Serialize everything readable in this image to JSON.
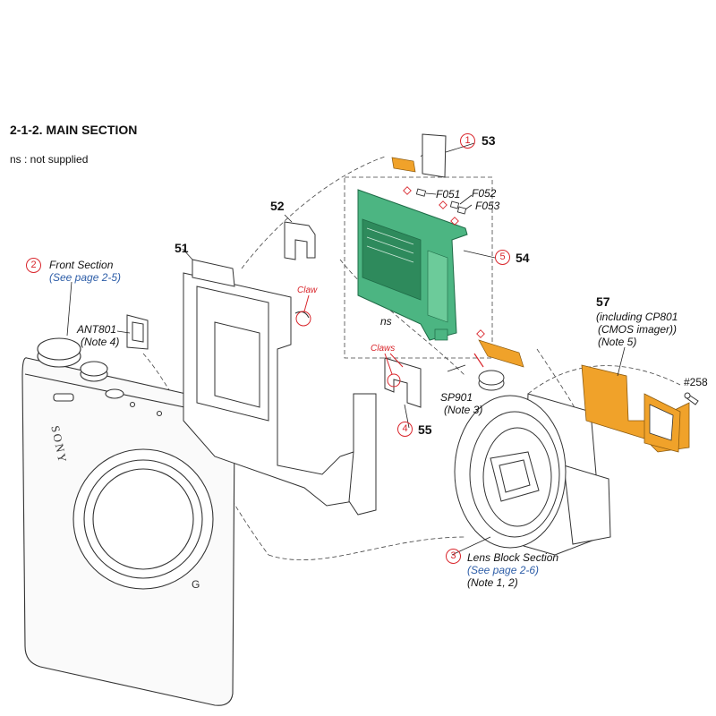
{
  "header": {
    "title": "2-1-2. MAIN SECTION",
    "note": "ns : not supplied"
  },
  "parts": {
    "p51": "51",
    "p52": "52",
    "p53": "53",
    "p54": "54",
    "p55": "55",
    "p57": "57",
    "p258": "#258"
  },
  "callouts": {
    "c1": "1",
    "c2": "2",
    "c3": "3",
    "c4": "4",
    "c5": "5"
  },
  "labels": {
    "front_section": "Front Section",
    "front_see": "(See page 2-5)",
    "ant801": "ANT801",
    "ant801_note": "(Note 4)",
    "f051": "F051",
    "f052": "F052",
    "f053": "F053",
    "ns": "ns",
    "claw": "Claw",
    "claws": "Claws",
    "sp901": "SP901",
    "sp901_note": "(Note 3)",
    "p57_line1": "(including CP801",
    "p57_line2": "(CMOS imager))",
    "p57_note": "(Note 5)",
    "lens_block": "Lens Block Section",
    "lens_see": "(See page 2-6)",
    "lens_note": "(Note 1, 2)",
    "brand": "SONY",
    "g_mark": "G"
  },
  "colors": {
    "board": "#4cb582",
    "flex": "#f0a22a",
    "callout": "#d9262c",
    "link": "#2e5ea8",
    "line": "#222222"
  }
}
